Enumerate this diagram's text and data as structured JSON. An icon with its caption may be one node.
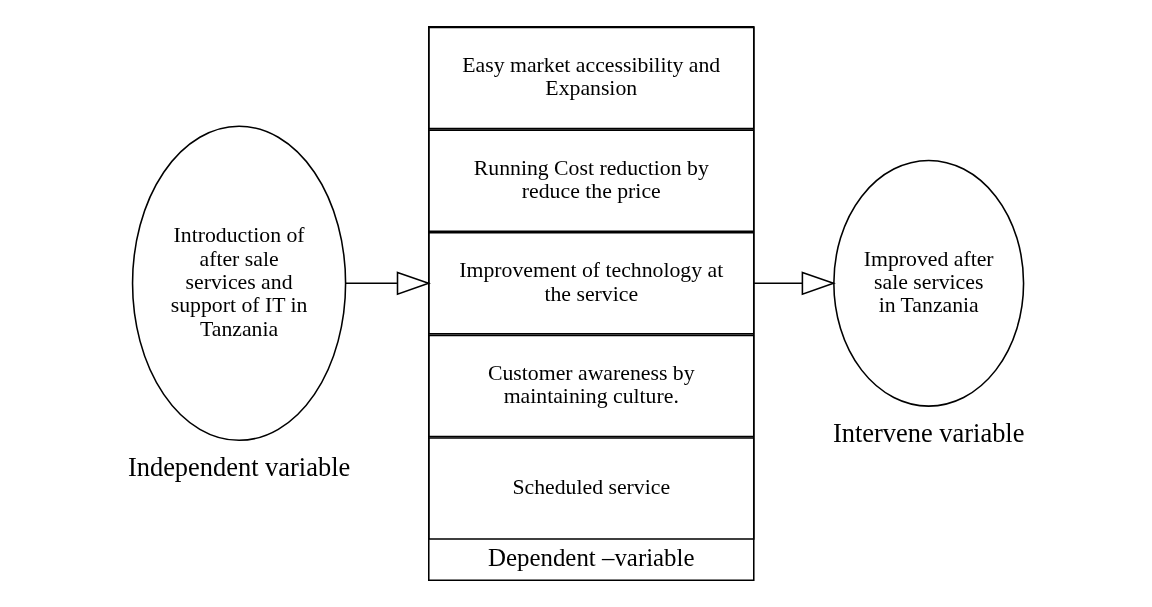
{
  "diagram": {
    "nodes": [
      {
        "text": [
          "Introduction of after sale services and support of IT in Tanzania"
        ],
        "beside": [
          "Independent variable"
        ]
      },
      {
        "text": [],
        "shape": "box",
        "beside": [
          "Dependent –variable"
        ]
      },
      {
        "text": [
          "Easy market accessibility and Expansion"
        ],
        "in": 1
      },
      {
        "text": [
          "Running Cost reduction by reduce the price"
        ],
        "in": 1
      },
      {
        "text": [
          "Improvement of technology at the service"
        ],
        "in": 1
      },
      {
        "text": [
          "Customer awareness by maintaining culture."
        ],
        "in": 1
      },
      {
        "text": [
          "Scheduled service"
        ],
        "in": 1
      },
      {
        "text": [
          "Improved after sale services in Tanzania"
        ],
        "beside": [
          "Intervene variable"
        ]
      }
    ],
    "edges": [
      {
        "from": 0,
        "to": 4,
        "arrow": "to"
      },
      {
        "from": 4,
        "to": 7,
        "arrow": "to"
      }
    ]
  }
}
